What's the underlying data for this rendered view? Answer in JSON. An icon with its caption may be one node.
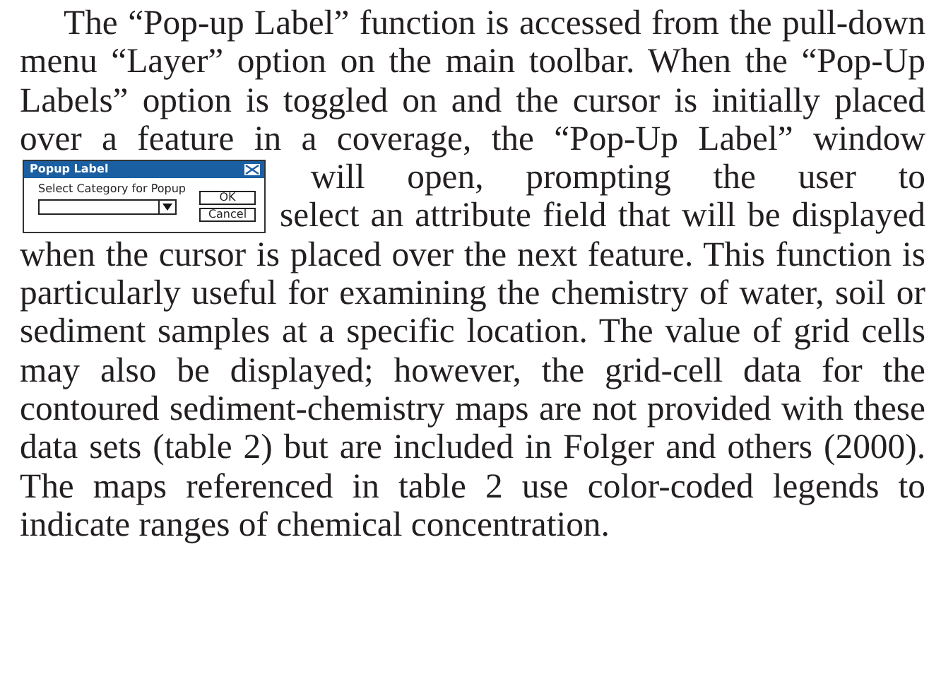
{
  "diagram": {
    "labels": [
      "The “Pop-up Label” function is accessed from the pull-down menu “Layer” option on the main toolbar. When the “Pop-Up Labels” option is toggled on and the cursor is initially placed over a feature in a coverage, the “Pop-Up Label” window will open, prompting the user to select an attribute field that will be displayed when the cursor is placed over the next feature. This function is particularly useful for examining the chemistry of water, soil or sediment samples at a specific location. The value of grid cells may also be displayed; however, the grid-cell data for the contoured sediment-chemistry maps are not provided with these data sets (table 2) but are included in Folger and others (2000). The maps referenced in table 2 use color-coded legends to indicate ranges of chemical concentration.",
      "Popup Label",
      "Select Category for Popup",
      "OK",
      "Cancel"
    ]
  }
}
